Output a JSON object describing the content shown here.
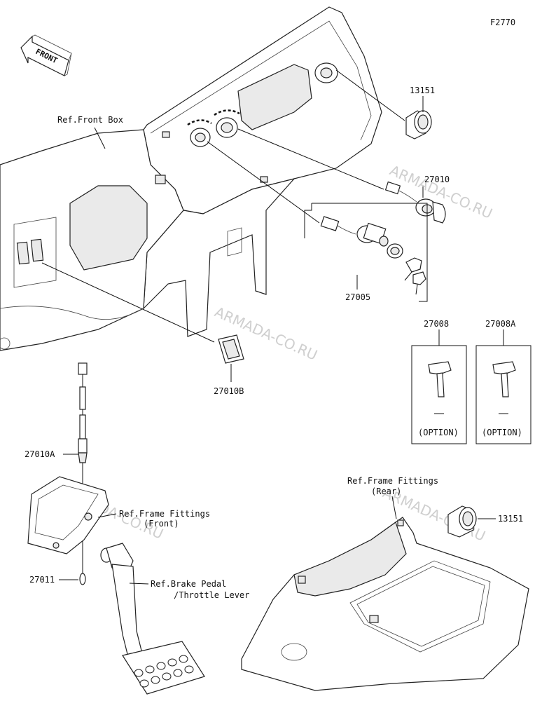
{
  "figure_code": "F2770",
  "direction_arrow": "FRONT",
  "watermark": "ARMADA-CO.RU",
  "callouts": {
    "ref_front_box": "Ref.Front Box",
    "p13151_top": "13151",
    "p27010": "27010",
    "p27005": "27005",
    "p27008": "27008",
    "p27008a": "27008A",
    "option_1": "(OPTION)",
    "option_2": "(OPTION)",
    "p27010b": "27010B",
    "p27010a": "27010A",
    "ref_frame_front_1": "Ref.Frame Fittings",
    "ref_frame_front_2": "(Front)",
    "p27011": "27011",
    "ref_brake_1": "Ref.Brake Pedal",
    "ref_brake_2": "/Throttle Lever",
    "ref_frame_rear_1": "Ref.Frame Fittings",
    "ref_frame_rear_2": "(Rear)",
    "p13151_bottom": "13151"
  }
}
